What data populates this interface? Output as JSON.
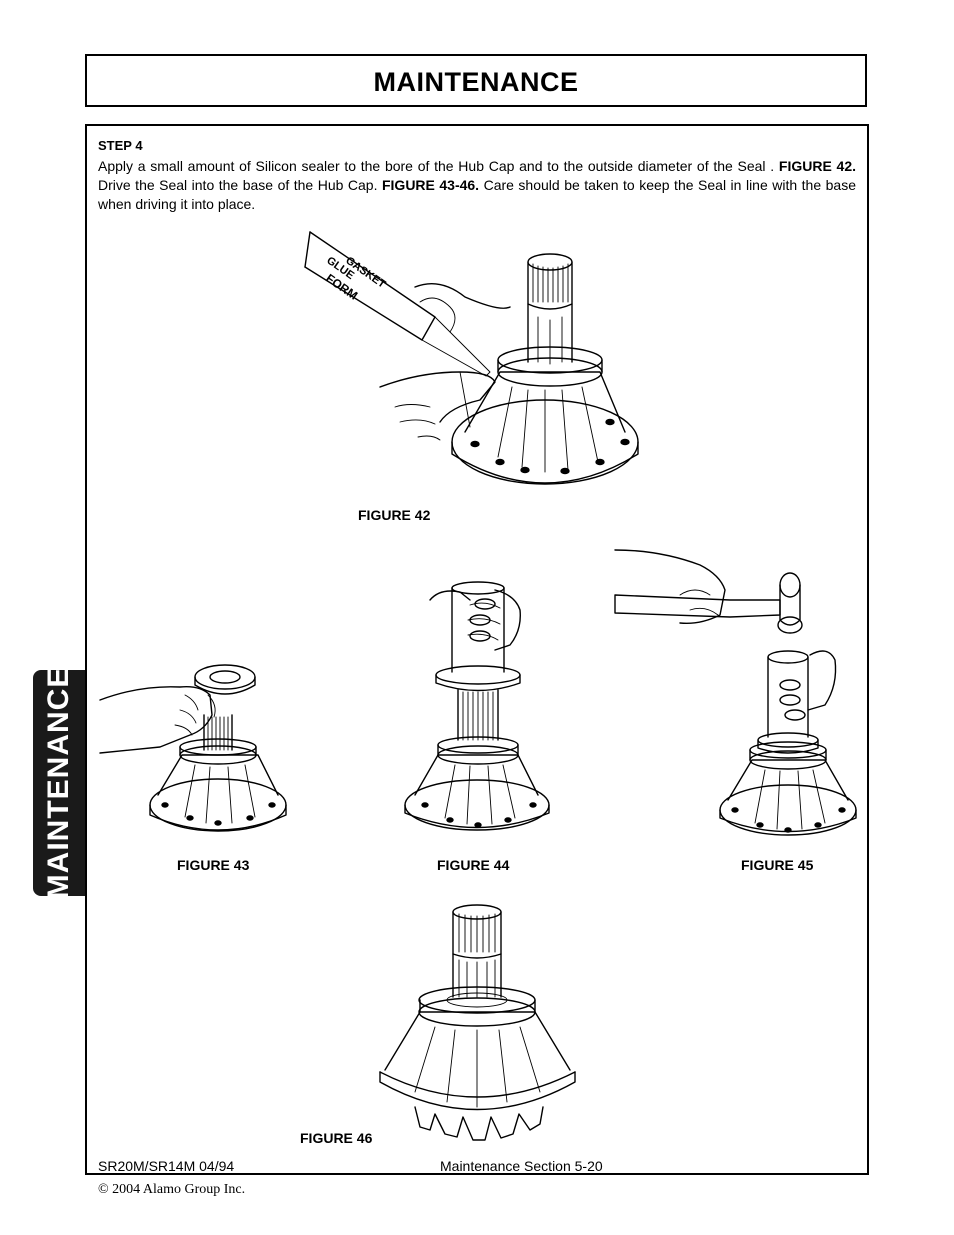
{
  "header": {
    "title": "MAINTENANCE"
  },
  "side_tab": {
    "label": "MAINTENANCE"
  },
  "step": {
    "title": "STEP 4",
    "text_1": "Apply a small amount of Silicon sealer to the bore of the Hub Cap and to the outside diameter of the Seal .",
    "fig_ref_1": "FIGURE 42.",
    "text_2": "  Drive the Seal into the base of the Hub Cap.  ",
    "fig_ref_2": "FIGURE 43-46.",
    "text_3": "  Care should be taken to keep the Seal in line with the base when driving it into place."
  },
  "figures": {
    "fig42": "FIGURE 42",
    "fig43": "FIGURE 43",
    "fig44": "FIGURE 44",
    "fig45": "FIGURE 45",
    "fig46": "FIGURE 46"
  },
  "tube_text": {
    "line1": "GLUE",
    "line2": "GASKET",
    "line3": "FORM"
  },
  "footer": {
    "model": "SR20M/SR14M  04/94",
    "section": "Maintenance Section 5-20",
    "copyright": "© 2004 Alamo Group Inc."
  }
}
